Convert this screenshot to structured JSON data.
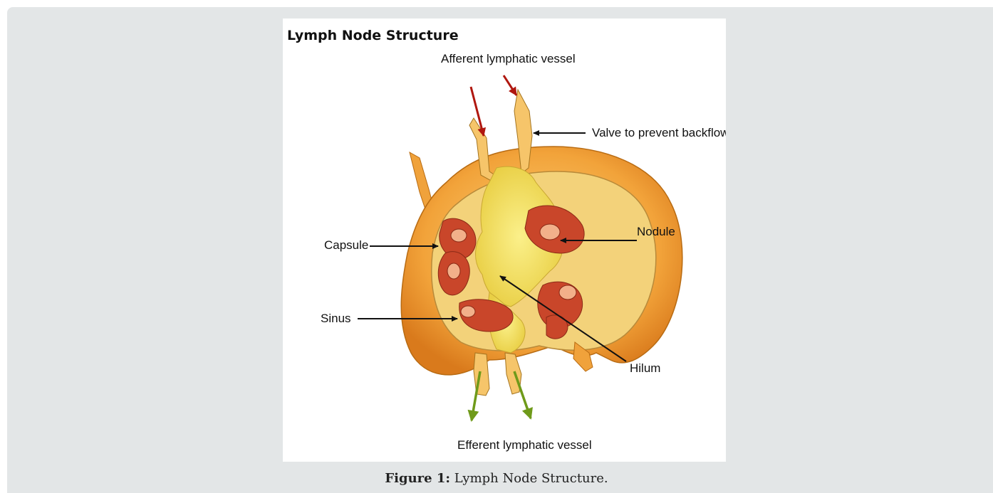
{
  "figure": {
    "title": "Lymph Node Structure",
    "labels": {
      "afferent": "Afferent lymphatic vessel",
      "valve": "Valve to prevent backflow",
      "nodule": "Nodule",
      "capsule": "Capsule",
      "sinus": "Sinus",
      "hilum": "Hilum",
      "efferent": "Efferent lymphatic vessel"
    },
    "colors": {
      "outer_capsule": "#f2a33a",
      "inner_tissue": "#f3d27a",
      "medulla": "#f4e15a",
      "nodule_red": "#c9462a",
      "afferent_arrow": "#b0170f",
      "efferent_arrow": "#6f9a1a"
    }
  },
  "caption": {
    "label": "Figure 1:",
    "text": "Lymph Node Structure."
  }
}
